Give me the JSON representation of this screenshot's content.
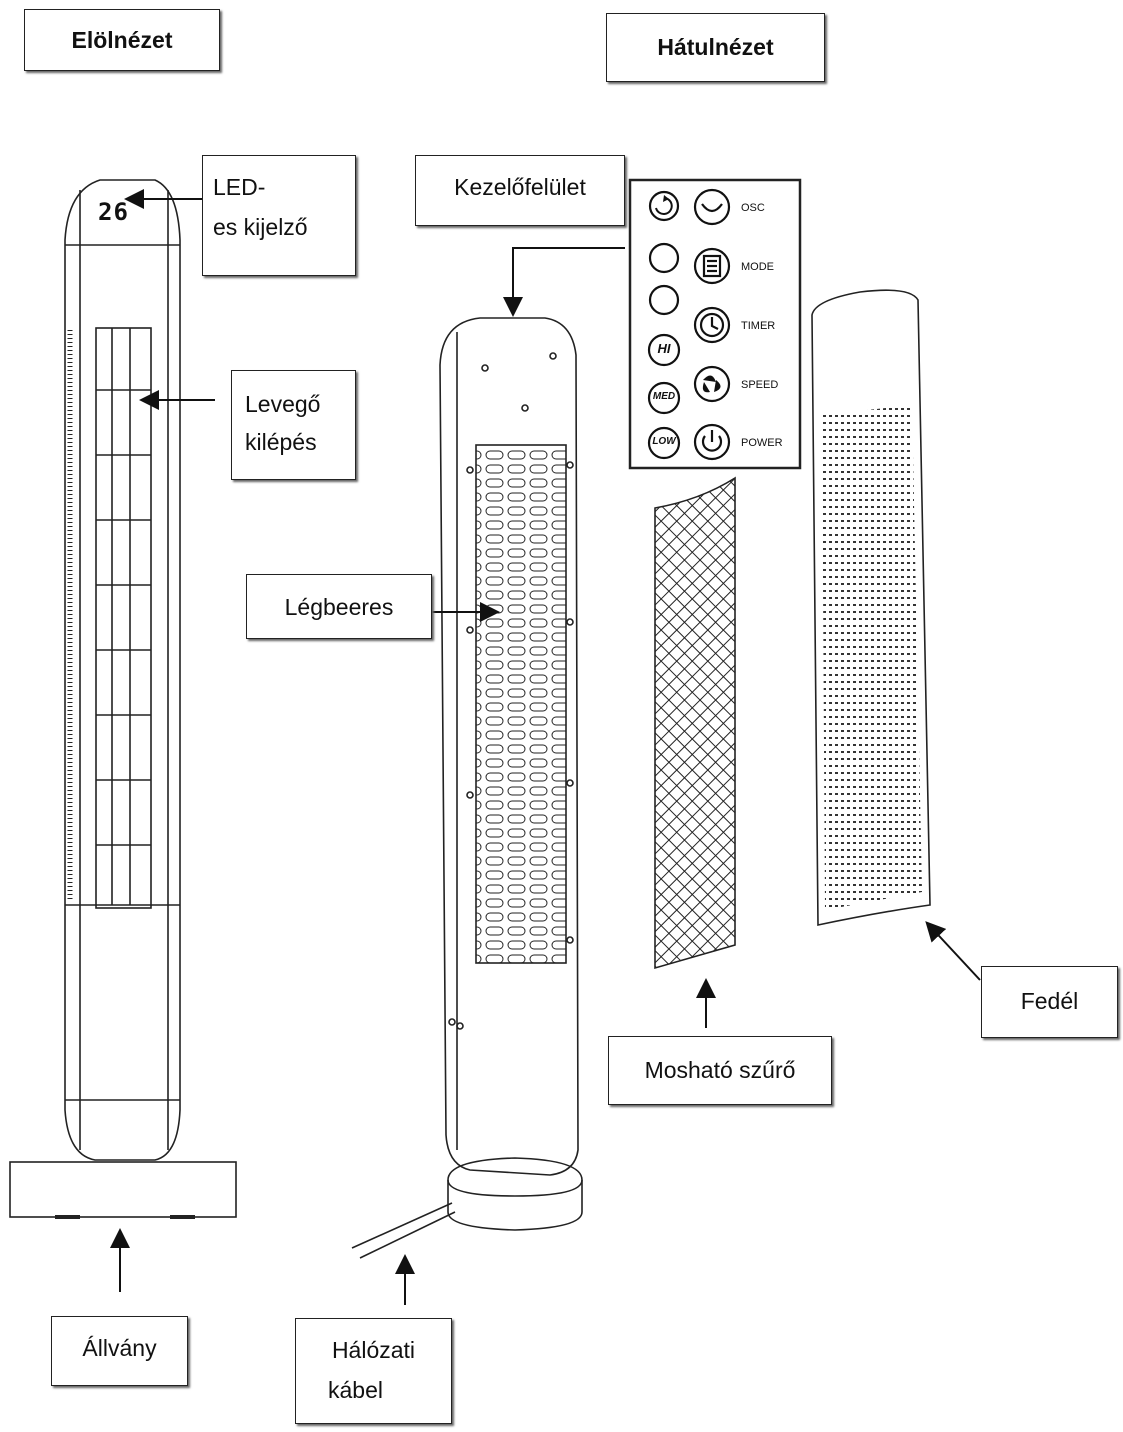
{
  "headers": {
    "front": "Elölnézet",
    "back": "Hátulnézet"
  },
  "labels": {
    "led_line1": "LED-",
    "led_line2": "es kijelző",
    "outlet_line1": "Levegő",
    "outlet_line2": "kilépés",
    "control_panel": "Kezelőfelület",
    "intake": "Légbeeres",
    "filter": "Mosható szűrő",
    "cover": "Fedél",
    "stand": "Állvány",
    "cable_line1": "Hálózati",
    "cable_line2": "kábel"
  },
  "display_value": "26",
  "panel_buttons": {
    "osc": "OSC",
    "mode": "MODE",
    "timer": "TIMER",
    "speed": "SPEED",
    "power": "POWER",
    "hi": "HI",
    "med": "MED",
    "low": "LOW"
  }
}
